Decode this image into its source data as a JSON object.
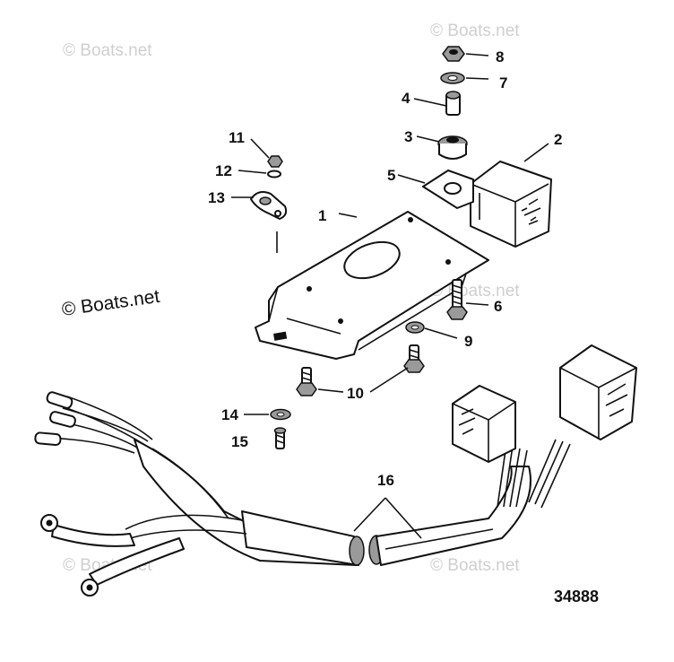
{
  "watermarks": {
    "main": "© Boats.net",
    "faint": "© Boats.net"
  },
  "callouts": {
    "c1": "1",
    "c2": "2",
    "c3": "3",
    "c4": "4",
    "c5": "5",
    "c6": "6",
    "c7": "7",
    "c8": "8",
    "c9": "9",
    "c10": "10",
    "c11": "11",
    "c12": "12",
    "c13": "13",
    "c14": "14",
    "c15": "15",
    "c16": "16"
  },
  "figure_number": "34888",
  "colors": {
    "ink": "#111111",
    "watermark": "#cfcfcf",
    "background": "#ffffff"
  }
}
